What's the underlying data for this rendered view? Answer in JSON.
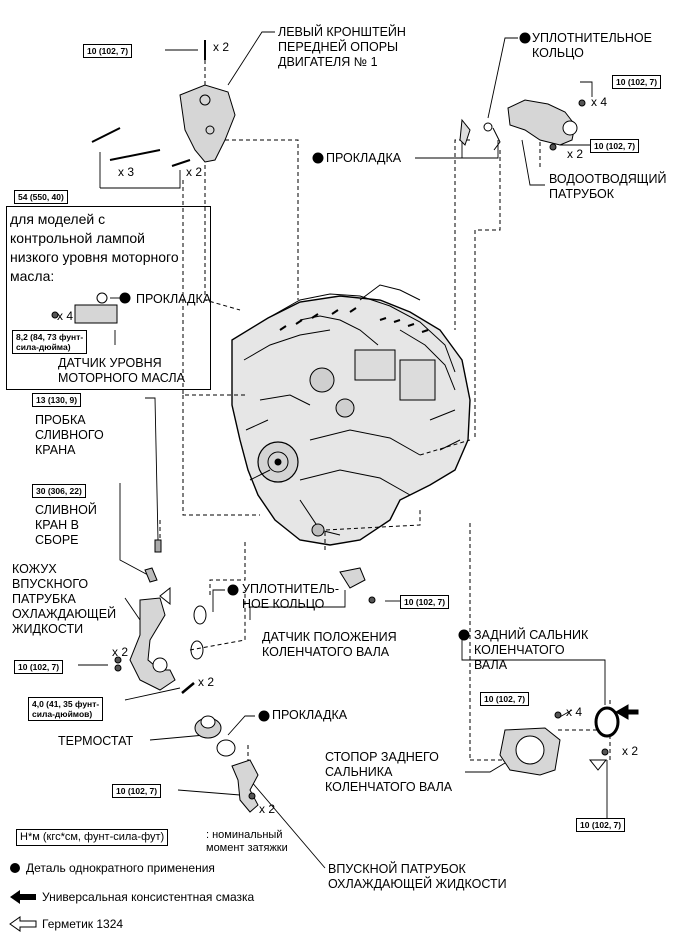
{
  "labels": {
    "front_mount_bracket": "ЛЕВЫЙ КРОНШТЕЙН\nПЕРЕДНЕЙ ОПОРЫ\nДВИГАТЕЛЯ № 1",
    "o_ring_top": "УПЛОТНИТЕЛЬНОЕ\nКОЛЬЦО",
    "gasket_top": "ПРОКЛАДКА",
    "water_outlet": "ВОДООТВОДЯЩИЙ\nПАТРУБОК",
    "oil_level_note": "для моделей с\nконтрольной лампой\nнизкого уровня моторного\nмасла:",
    "gasket_oil": "ПРОКЛАДКА",
    "oil_level_sensor": "ДАТЧИК УРОВНЯ\nМОТОРНОГО МАСЛА",
    "drain_plug": "ПРОБКА\nСЛИВНОГО\nКРАНА",
    "drain_cock": "СЛИВНОЙ\nКРАН В\nСБОРЕ",
    "inlet_housing": "КОЖУХ\nВПУСКНОГО\nПАТРУБКА\nОХЛАЖДАЮЩЕЙ\nЖИДКОСТИ",
    "o_ring_mid": "УПЛОТНИТЕЛЬ-\nНОЕ КОЛЬЦО",
    "crank_sensor": "ДАТЧИК ПОЛОЖЕНИЯ\nКОЛЕНЧАТОГО ВАЛА",
    "rear_seal": "ЗАДНИЙ САЛЬНИК\nКОЛЕНЧАТОГО\nВАЛА",
    "gasket_thermo": "ПРОКЛАДКА",
    "thermostat": "ТЕРМОСТАТ",
    "seal_retainer": "СТОПОР ЗАДНЕГО\nСАЛЬНИКА\nКОЛЕНЧАТОГО ВАЛА",
    "water_inlet": "ВПУСКНОЙ ПАТРУБОК\nОХЛАЖДАЮЩЕЙ ЖИДКОСТИ"
  },
  "torques": {
    "t_bracket_top": "10 (102, 7)",
    "t_outlet_1": "10 (102, 7)",
    "t_outlet_2": "10 (102, 7)",
    "t_bracket_bolts": "54 (550, 40)",
    "t_oil_sensor": "8,2 (84, 73 фунт-\nсила-дюйма)",
    "t_drain_plug": "13 (130, 9)",
    "t_drain_cock": "30 (306, 22)",
    "t_crank_sensor": "10 (102, 7)",
    "t_inlet_housing": "10 (102, 7)",
    "t_retainer": "10 (102, 7)",
    "t_stud": "4,0 (41, 35 фунт-\nсила-дюймов)",
    "t_water_inlet": "10 (102, 7)",
    "t_rear_bolt": "10 (102, 7)"
  },
  "quantities": {
    "q1": "x 2",
    "q2": "x 3",
    "q3": "x 2",
    "q4": "x 4",
    "q5": "x 2",
    "q6": "x 4",
    "q7": "x 2",
    "q8": "x 2",
    "q9": "x 4",
    "q10": "x 2",
    "q11": "x 2"
  },
  "legend": {
    "torque_box": "Н*м (кгс*см, фунт-сила-фут)",
    "torque_desc": ": номинальный\nмомент затяжки",
    "non_reusable": "Деталь однократного применения",
    "grease": "Универсальная консистентная смазка",
    "sealant": "Герметик 1324"
  }
}
